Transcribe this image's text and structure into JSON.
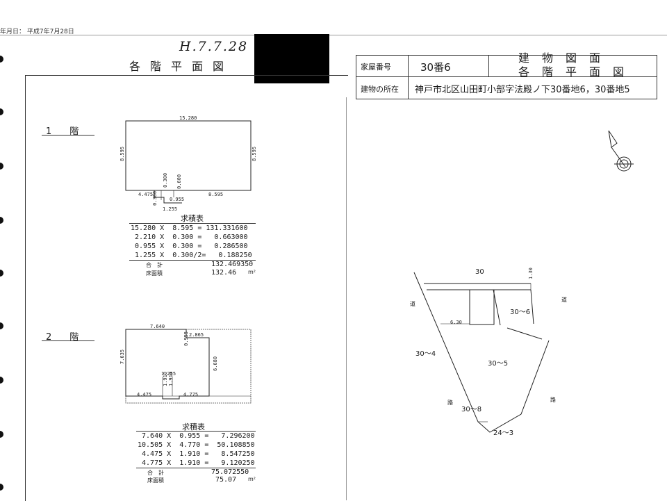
{
  "header": {
    "date_text": "年月日： 平成7年7月28日",
    "handwritten_date": "H.7.7.28"
  },
  "left_title": "各階平面図",
  "id_box": {
    "house_number_label": "家屋番号",
    "house_number": "30番6",
    "location_label": "建物の所在",
    "location": "神戸市北区山田町小部字法殿ノ下30番地6，30番地5",
    "title_line1": "建物図面",
    "title_line2": "各階平面図"
  },
  "floor1": {
    "label": "1　　階",
    "dims": {
      "top": "15.280",
      "left": "8.595",
      "right": "8.595",
      "d4475": "4.475",
      "d0300a": "0.300",
      "d0600": "0.600",
      "d0955": "0.955",
      "d8595b": "8.595",
      "d0300b": "0.300",
      "d1255": "1.255"
    },
    "calc_title": "求積表",
    "calc_rows": [
      "15.280 X  8.595 = 131.331600",
      " 2.210 X  0.300 =   0.663000",
      " 0.955 X  0.300 =   0.286500",
      " 1.255 X  0.300/2=   0.188250"
    ],
    "sum_label": "合　計",
    "sum_value": "132.469350",
    "floor_area_label": "床面積",
    "floor_area_value": "132.46",
    "unit": "m²"
  },
  "floor2": {
    "label": "2　　階",
    "dims": {
      "d7640": "7.640",
      "d0955": "0.955",
      "d2865": "2.865",
      "d7635": "7.635",
      "d6680": "6.680",
      "d1255": "1.255",
      "d1910a": "1.910",
      "d1910b": "1.910",
      "d4475": "4.475",
      "d4775": "4.775"
    },
    "calc_title": "求積表",
    "calc_rows": [
      " 7.640 X  0.955 =   7.296200",
      "10.505 X  4.770 =  50.108850",
      " 4.475 X  1.910 =   8.547250",
      " 4.775 X  1.910 =   9.120250"
    ],
    "sum_label": "合　計",
    "sum_value": "75.072550",
    "floor_area_label": "床面積",
    "floor_area_value": "75.07",
    "unit": "m²"
  },
  "site_map": {
    "lot_30": "30",
    "lot_30_6": "30～6",
    "lot_30_4": "30～4",
    "lot_30_5": "30～5",
    "lot_30_8": "30～8",
    "lot_24_3": "24～3",
    "dim_630": "6.30",
    "dim_130": "1.30",
    "road_left_1": "道",
    "road_left_2": "路",
    "road_right_1": "道",
    "road_right_2": "路"
  }
}
